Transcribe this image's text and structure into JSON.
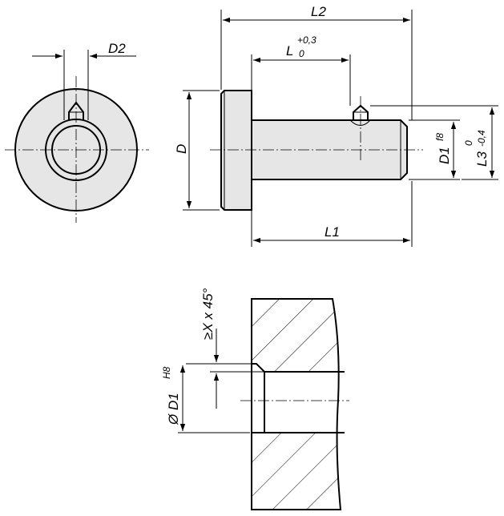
{
  "labels": {
    "d2": "D2",
    "l2": "L2",
    "l": "L",
    "l_tol_upper": "+0,3",
    "l_tol_lower": "0",
    "d": "D",
    "d1": "D1",
    "d1_fit": "f8",
    "l3": "L3",
    "l3_tol_upper": "0",
    "l3_tol_lower": "-0,4",
    "l1": "L1",
    "chamfer": "≥X x 45°",
    "bore": "Ø D1",
    "bore_fit": "H8"
  },
  "colors": {
    "part_fill": "#e6e6e6",
    "line": "#000000"
  }
}
